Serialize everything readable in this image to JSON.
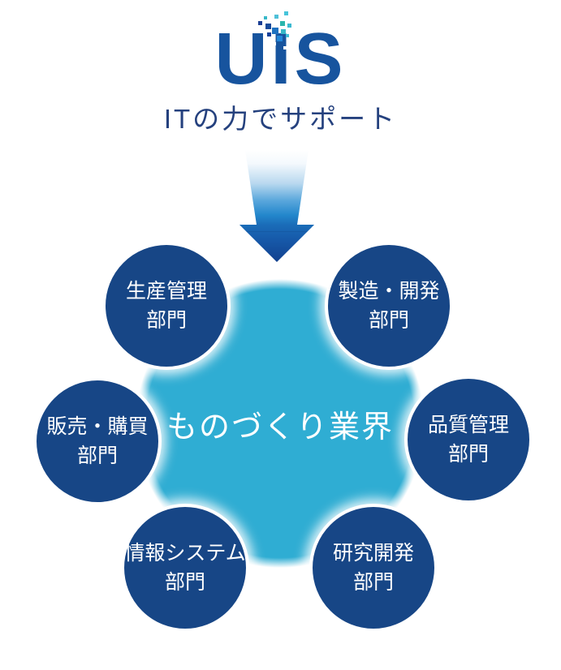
{
  "logo": {
    "text": "UIS",
    "tagline": "ITの力でサポート",
    "decoration": "pixel-sparkle-icon",
    "colors": {
      "logo_blue": "#17549e",
      "tagline_blue": "#25417e"
    },
    "pixel_palette": [
      "#1b3f94",
      "#164a9a",
      "#1d71c0",
      "#2286d8",
      "#2ab5ac",
      "#36b8c8",
      "#46c4da",
      "#4fc0d8"
    ]
  },
  "arrow": {
    "direction": "down",
    "gradient_top": "#ffffff",
    "gradient_bottom": "#12418f"
  },
  "diagram": {
    "center": {
      "label": "ものづくり業界",
      "fill_color": "#2fadd3",
      "text_color": "#ffffff"
    },
    "circle_fill_color": "#174686",
    "circle_text_color": "#ffffff",
    "departments": [
      {
        "id": "production",
        "line1": "生産管理",
        "line2": "部門"
      },
      {
        "id": "manufacturing-dev",
        "line1": "製造・開発",
        "line2": "部門"
      },
      {
        "id": "sales-purchasing",
        "line1": "販売・購買",
        "line2": "部門"
      },
      {
        "id": "quality",
        "line1": "品質管理",
        "line2": "部門"
      },
      {
        "id": "info-systems",
        "line1": "情報システム",
        "line2": "部門"
      },
      {
        "id": "rnd",
        "line1": "研究開発",
        "line2": "部門"
      }
    ]
  }
}
